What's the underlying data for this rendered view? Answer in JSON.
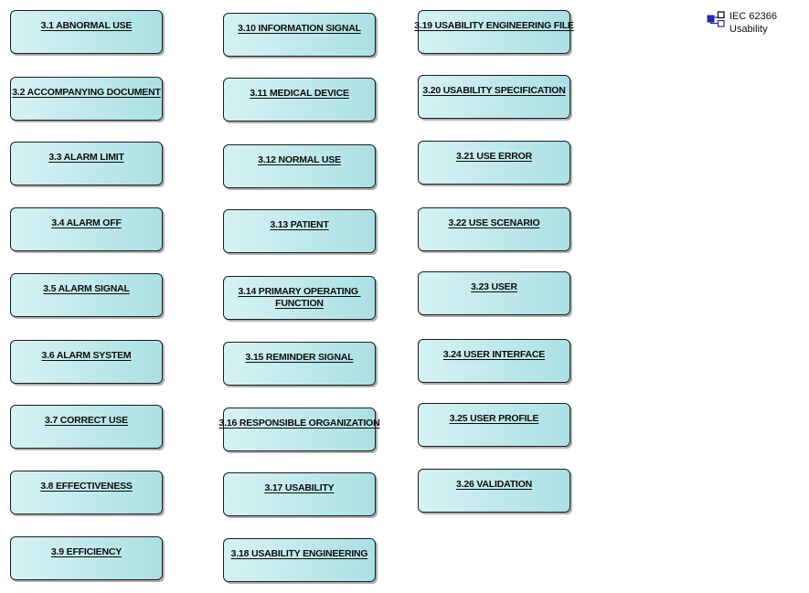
{
  "legend": {
    "title": "IEC 62366",
    "subtitle": "Usability"
  },
  "colors": {
    "box_fill_left": "#d6f2f3",
    "box_fill_right": "#abe0e4",
    "box_border": "#1c1c1c",
    "box_shadow": "#6e6e6e",
    "label_text": "#0d0d0d",
    "legend_text": "#111111",
    "icon_blue": "#2929b2",
    "icon_black": "#000000"
  },
  "diagram": {
    "columns": [
      {
        "items": [
          {
            "label": "3.1 ABNORMAL USE"
          },
          {
            "label": "3.2 ACCOMPANYING DOCUMENT"
          },
          {
            "label": "3.3 ALARM LIMIT"
          },
          {
            "label": "3.4 ALARM OFF"
          },
          {
            "label": "3.5 ALARM SIGNAL"
          },
          {
            "label": "3.6 ALARM SYSTEM"
          },
          {
            "label": "3.7 CORRECT USE"
          },
          {
            "label": "3.8 EFFECTIVENESS"
          },
          {
            "label": "3.9 EFFICIENCY"
          }
        ]
      },
      {
        "items": [
          {
            "label": "3.10 INFORMATION SIGNAL"
          },
          {
            "label": "3.11 MEDICAL DEVICE"
          },
          {
            "label": "3.12 NORMAL USE"
          },
          {
            "label": "3.13 PATIENT"
          },
          {
            "label": "3.14 PRIMARY OPERATING \nFUNCTION"
          },
          {
            "label": "3.15 REMINDER SIGNAL"
          },
          {
            "label": "3.16 RESPONSIBLE ORGANIZATION"
          },
          {
            "label": "3.17 USABILITY"
          },
          {
            "label": "3.18 USABILITY ENGINEERING"
          }
        ]
      },
      {
        "items": [
          {
            "label": "3.19 USABILITY ENGINEERING FILE"
          },
          {
            "label": "3.20 USABILITY SPECIFICATION"
          },
          {
            "label": "3.21 USE ERROR"
          },
          {
            "label": "3.22 USE SCENARIO"
          },
          {
            "label": "3.23 USER"
          },
          {
            "label": "3.24 USER INTERFACE"
          },
          {
            "label": "3.25 USER PROFILE"
          },
          {
            "label": "3.26 VALIDATION"
          }
        ]
      }
    ]
  }
}
